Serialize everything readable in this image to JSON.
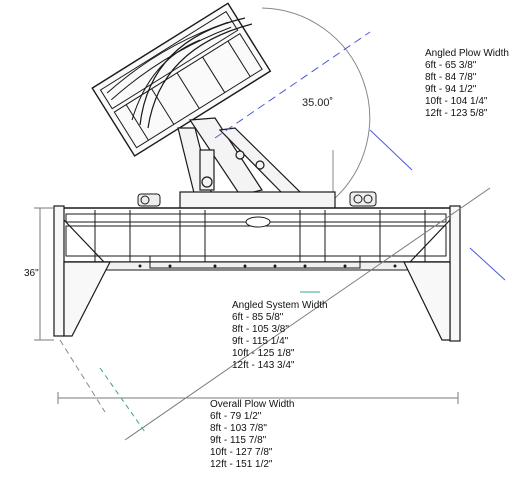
{
  "dimension_height": "36\"",
  "angle": "35.00˚",
  "angled_plow_width": {
    "title": "Angled  Plow Width",
    "rows": [
      "6ft - 65 3/8\"",
      "8ft - 84 7/8\"",
      "9ft - 94 1/2\"",
      "10ft - 104 1/4\"",
      "12ft - 123 5/8\""
    ]
  },
  "angled_system_width": {
    "title": "Angled  System Width",
    "rows": [
      "6ft - 85 5/8\"",
      "8ft - 105 3/8\"",
      "9ft - 115 1/4\"",
      "10ft - 125 1/8\"",
      "12ft - 143 3/4\""
    ]
  },
  "overall_plow_width": {
    "title": "Overall  Plow Width",
    "rows": [
      "6ft - 79 1/2\"",
      "8ft - 103 7/8\"",
      "9ft - 115 7/8\"",
      "10ft - 127 7/8\"",
      "12ft - 151 1/2\""
    ]
  },
  "colors": {
    "line": "#1a1a1a",
    "dimension": "#7a7a7a",
    "axis_blue": "#4a5bd8",
    "axis_green": "#3aa880"
  }
}
